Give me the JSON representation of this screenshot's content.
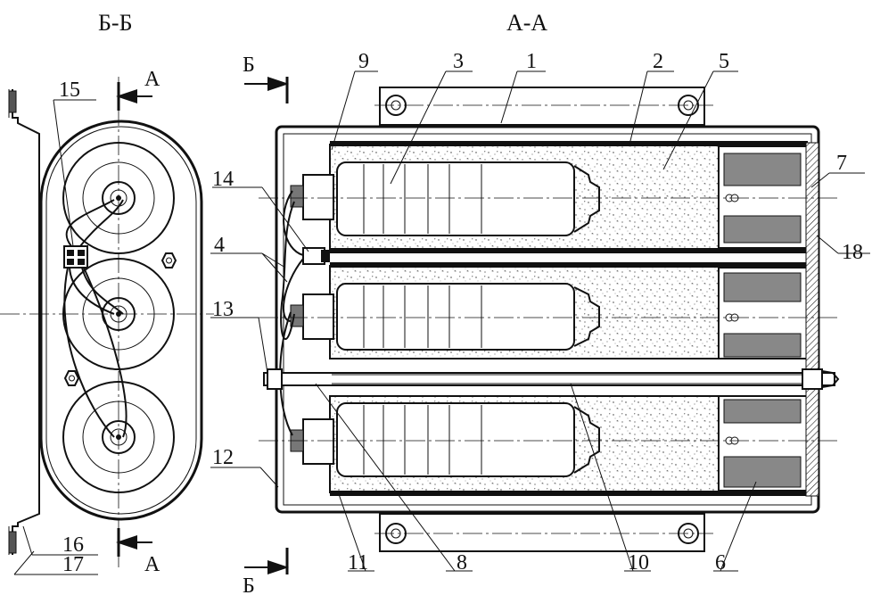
{
  "views": {
    "section_bb": "Б-Б",
    "section_aa": "А-А"
  },
  "cut_marks": {
    "a_top": "А",
    "a_bottom": "А",
    "b_top": "Б",
    "b_bottom": "Б"
  },
  "callouts": [
    "1",
    "2",
    "3",
    "4",
    "5",
    "6",
    "7",
    "8",
    "9",
    "10",
    "11",
    "12",
    "13",
    "14",
    "15",
    "16",
    "17",
    "18"
  ],
  "colors": {
    "ink": "#111111",
    "paper": "#ffffff",
    "fill_dark": "#777777"
  }
}
